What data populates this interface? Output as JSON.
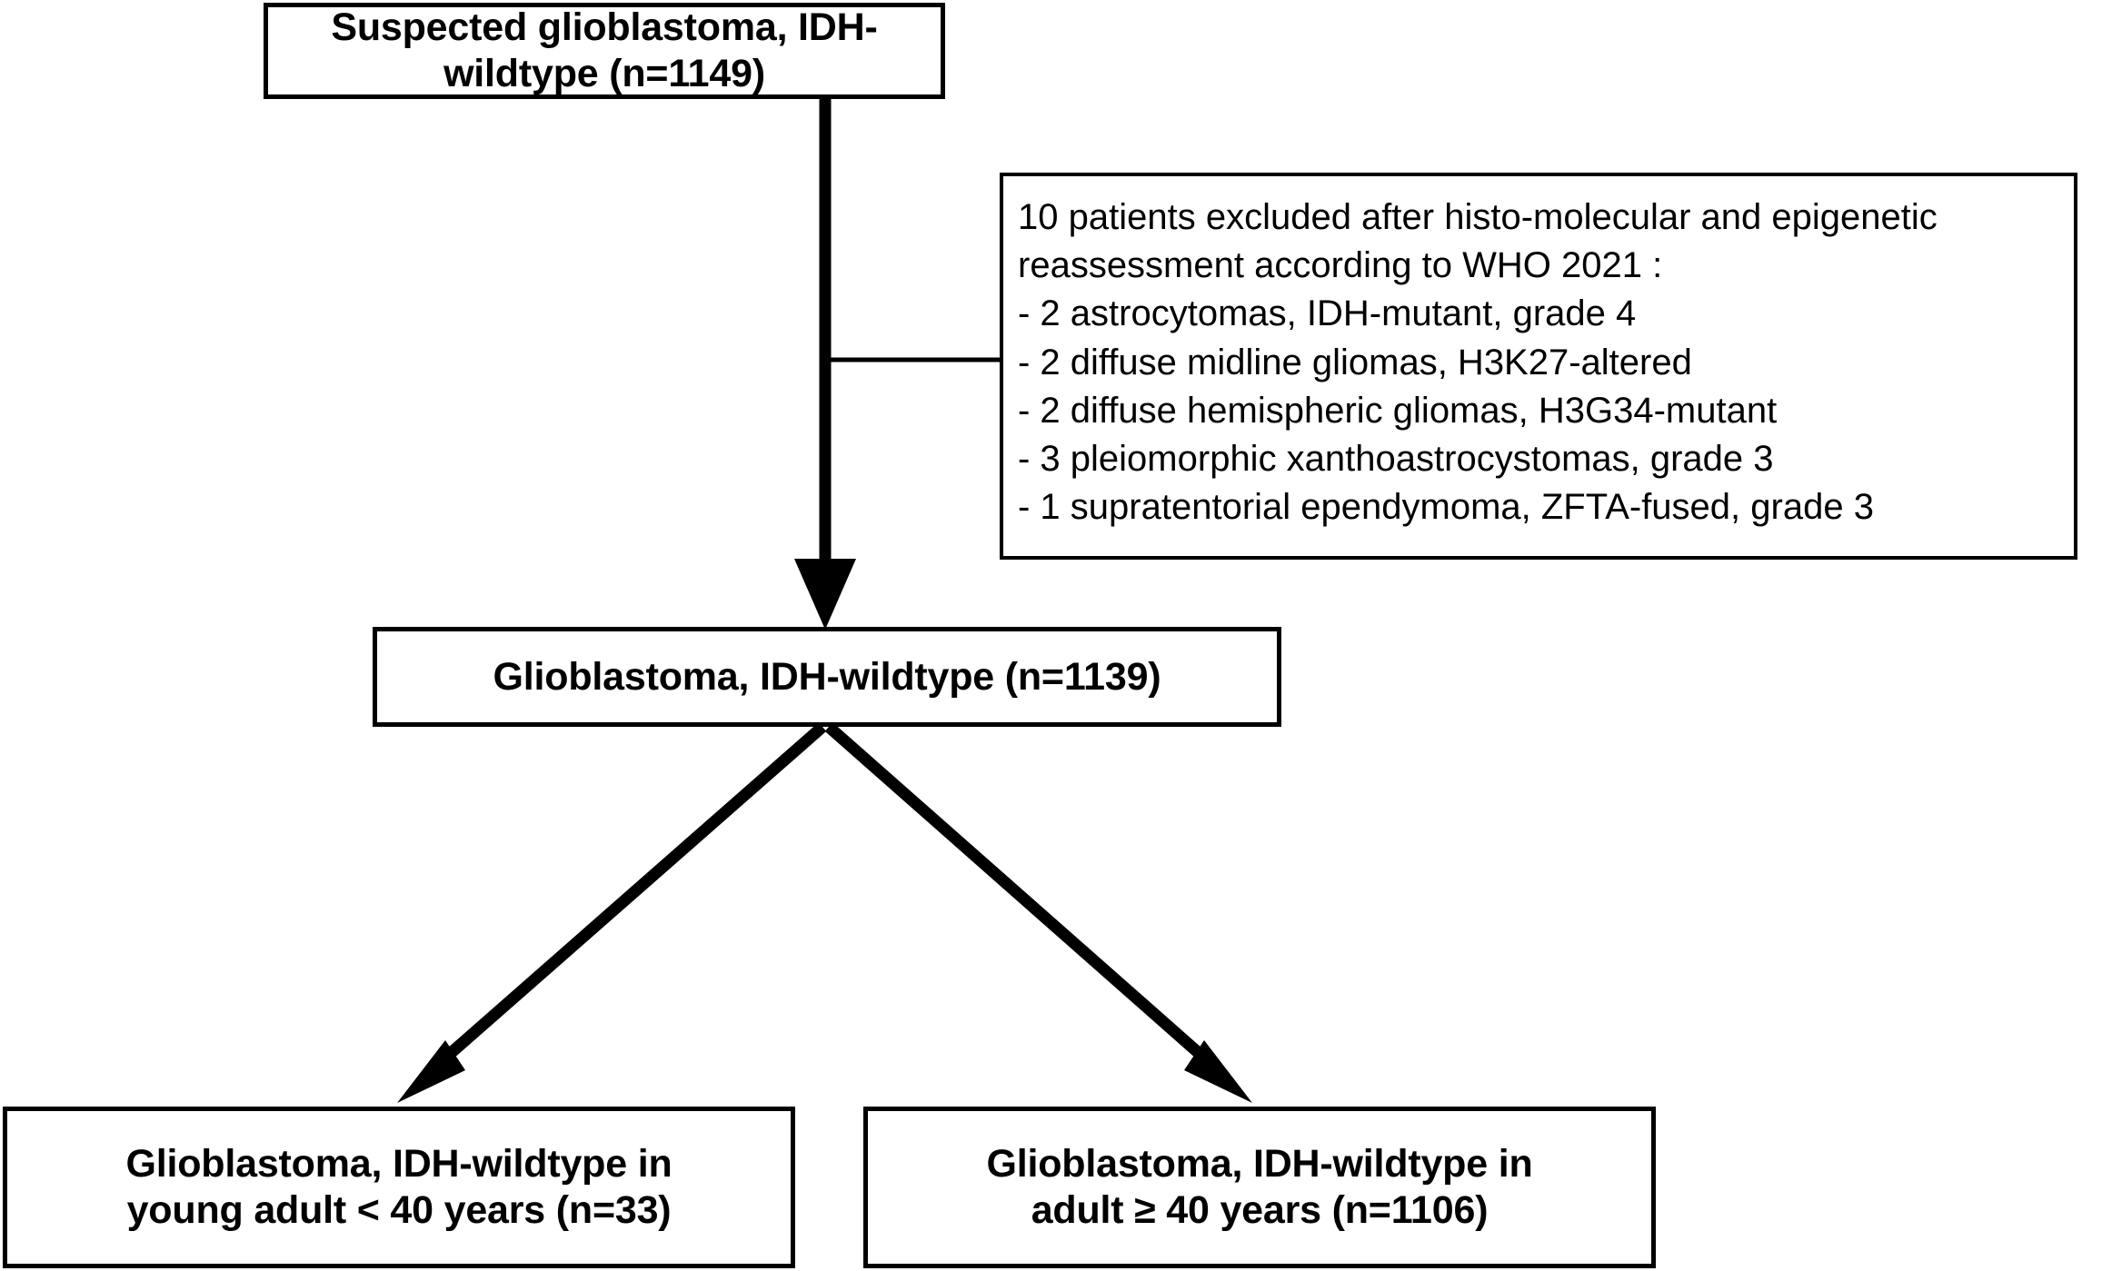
{
  "diagram": {
    "type": "flowchart",
    "orientation": "top-down",
    "title": "Patient selection flow diagram",
    "background_color": "#ffffff",
    "line_color": "#000000",
    "text_color": "#000000"
  },
  "nodes": {
    "suspected": {
      "label": "Suspected glioblastoma, IDH-wildtype (n=1149)",
      "count": 1149,
      "bold": true
    },
    "excluded": {
      "label": "10 patients excluded after histo-molecular and epigenetic reassessment according to WHO 2021 :\n- 2 astrocytomas, IDH-mutant, grade 4\n- 2 diffuse midline gliomas, H3K27-altered\n- 2 diffuse hemispheric gliomas, H3G34-mutant\n- 3 pleiomorphic xanthoastrocystomas, grade 3\n- 1 supratentorial ependymoma, ZFTA-fused, grade 3",
      "heading": "10 patients excluded after histo-molecular and epigenetic reassessment according to WHO 2021 :",
      "count": 10,
      "items": [
        "- 2 astrocytomas, IDH-mutant, grade 4",
        "- 2 diffuse midline gliomas, H3K27-altered",
        "- 2 diffuse hemispheric gliomas, H3G34-mutant",
        "- 3 pleiomorphic xanthoastrocystomas, grade 3",
        "- 1 supratentorial ependymoma, ZFTA-fused, grade 3"
      ],
      "bold": false
    },
    "glioblastoma": {
      "label": "Glioblastoma, IDH-wildtype (n=1139)",
      "count": 1139,
      "bold": true
    },
    "young_adult": {
      "label": "Glioblastoma, IDH-wildtype in\nyoung adult < 40 years (n=33)",
      "count": 33,
      "bold": true
    },
    "adult": {
      "label": "Glioblastoma, IDH-wildtype in\nadult ≥ 40 years (n=1106)",
      "count": 1106,
      "bold": true
    }
  },
  "edges": [
    {
      "from": "suspected",
      "to": "glioblastoma",
      "style": "arrow-down",
      "thick": true
    },
    {
      "from": "suspected",
      "to": "excluded",
      "style": "elbow-right",
      "thick": false
    },
    {
      "from": "glioblastoma",
      "to": "young_adult",
      "style": "arrow-diagonal-left",
      "thick": true
    },
    {
      "from": "glioblastoma",
      "to": "adult",
      "style": "arrow-diagonal-right",
      "thick": true
    }
  ]
}
